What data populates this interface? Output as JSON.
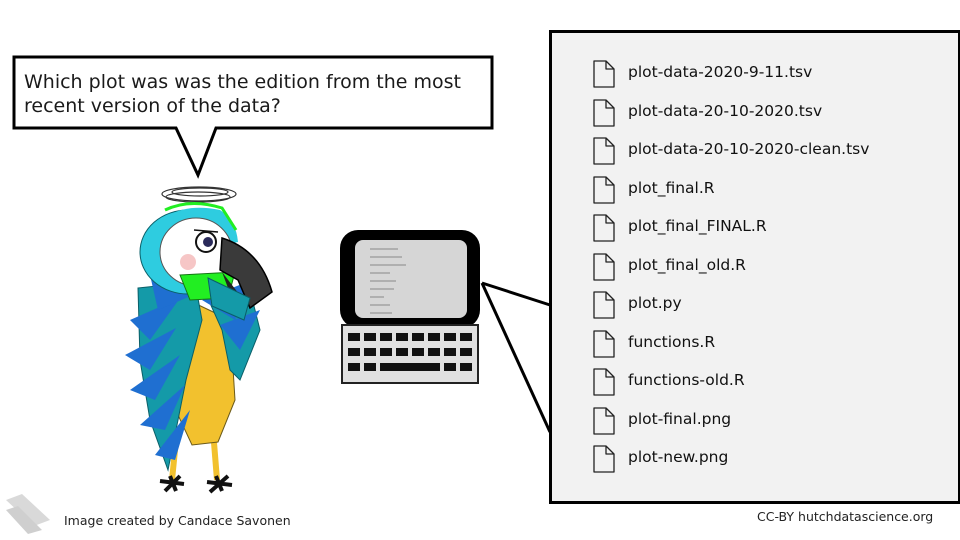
{
  "speech_bubble": {
    "question": "Which plot was was the edition from the most recent version of the data?"
  },
  "file_list": {
    "files": [
      "plot-data-2020-9-11.tsv",
      "plot-data-20-10-2020.tsv",
      "plot-data-20-10-2020-clean.tsv",
      "plot_final.R",
      "plot_final_FINAL.R",
      "plot_final_old.R",
      "plot.py",
      "functions.R",
      "functions-old.R",
      "plot-final.png",
      "plot-new.png"
    ]
  },
  "credits": {
    "image_credit": "Image created by Candace Savonen",
    "license": "CC-BY hutchdatascience.org"
  },
  "colors": {
    "panel_background": "#f2f2f2",
    "parrot_blue": "#1f6fd1",
    "parrot_teal": "#149aa8",
    "parrot_yellow": "#f2c12e",
    "parrot_green": "#22ee22"
  },
  "icons": {
    "file": "document-icon",
    "logo": "hutch-logo-icon"
  }
}
